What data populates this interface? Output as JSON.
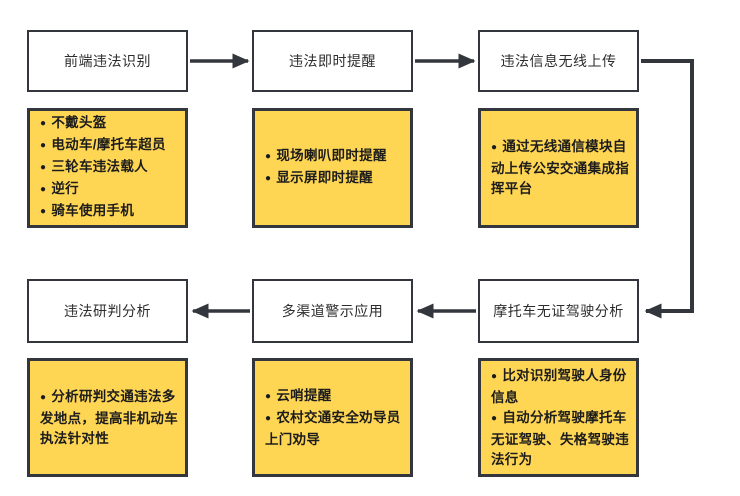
{
  "diagram": {
    "bullet_char": "●",
    "colors": {
      "box_border": "#33373d",
      "detail_fill": "#ffd654",
      "header_fill": "#ffffff",
      "arrow": "#33373d",
      "background": "#ffffff"
    },
    "steps": [
      {
        "title": "前端违法识别",
        "bullets": [
          "不戴头盔",
          "电动车/摩托车超员",
          "三轮车违法载人",
          "逆行",
          "骑车使用手机"
        ]
      },
      {
        "title": "违法即时提醒",
        "bullets": [
          "现场喇叭即时提醒",
          "显示屏即时提醒"
        ]
      },
      {
        "title": "违法信息无线上传",
        "bullets": [
          "通过无线通信模块自动上传公安交通集成指挥平台"
        ]
      },
      {
        "title": "摩托车无证驾驶分析",
        "bullets": [
          "比对识别驾驶人身份信息",
          "自动分析驾驶摩托车无证驾驶、失格驾驶违法行为"
        ]
      },
      {
        "title": "多渠道警示应用",
        "bullets": [
          "云哨提醒",
          "农村交通安全劝导员上门劝导"
        ]
      },
      {
        "title": "违法研判分析",
        "bullets": [
          "分析研判交通违法多发地点，提高非机动车执法针对性"
        ]
      }
    ],
    "edges": [
      {
        "from": "前端违法识别",
        "to": "违法即时提醒"
      },
      {
        "from": "违法即时提醒",
        "to": "违法信息无线上传"
      },
      {
        "from": "违法信息无线上传",
        "to": "摩托车无证驾驶分析"
      },
      {
        "from": "摩托车无证驾驶分析",
        "to": "多渠道警示应用"
      },
      {
        "from": "多渠道警示应用",
        "to": "违法研判分析"
      }
    ]
  }
}
